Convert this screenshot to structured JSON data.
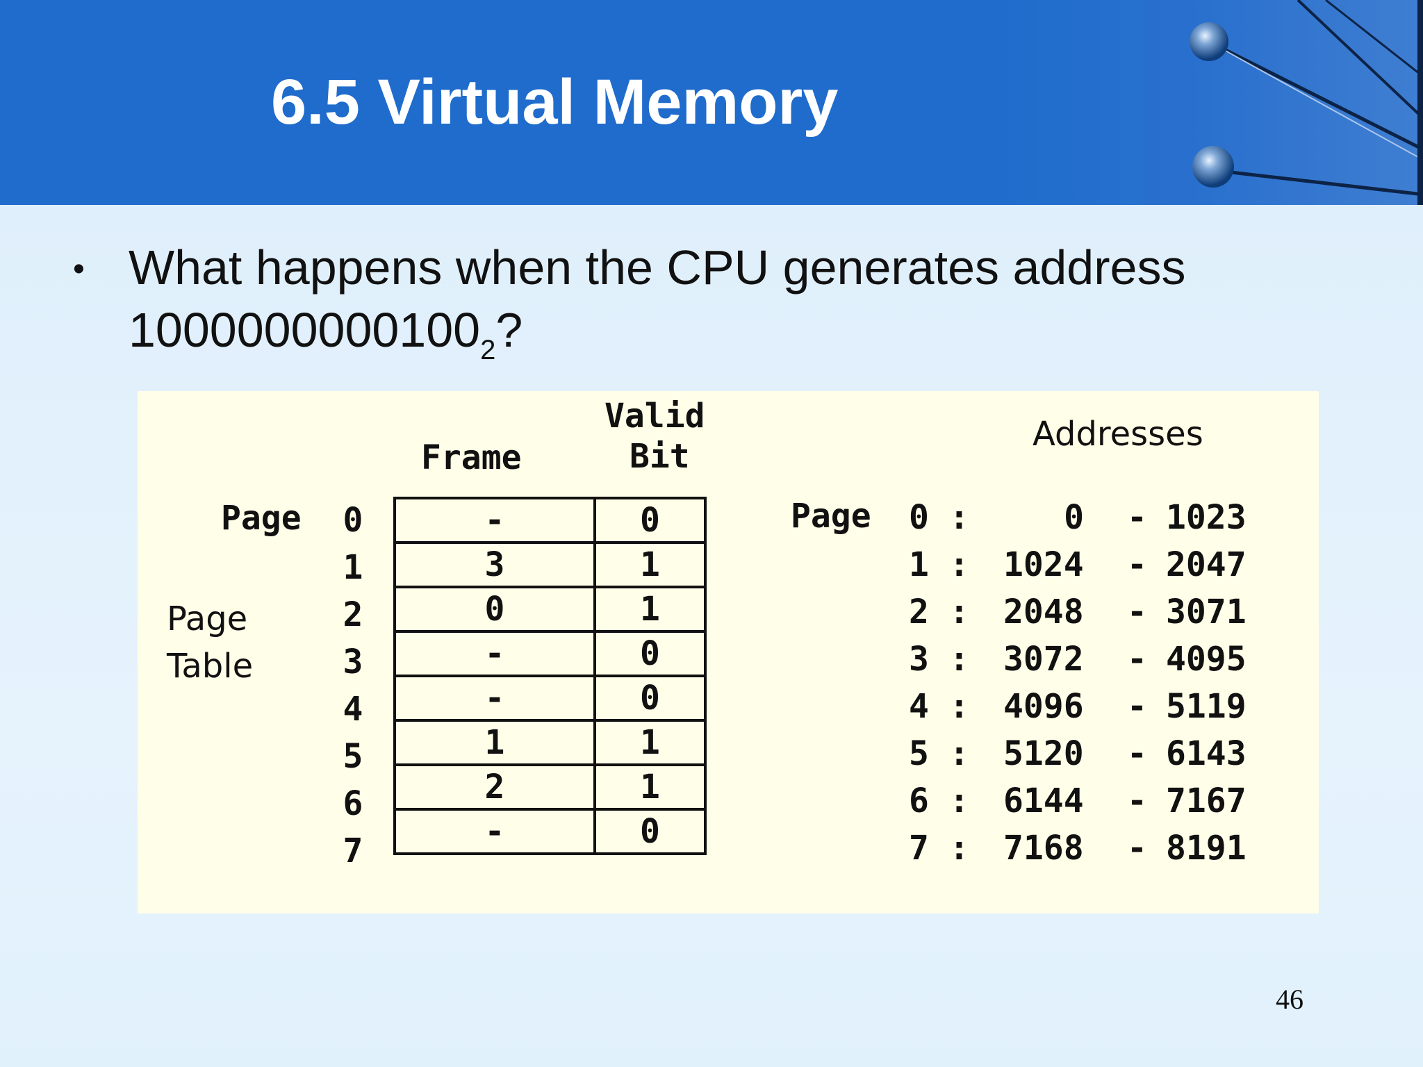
{
  "slide": {
    "title": "6.5 Virtual Memory",
    "bullet": "What happens when the CPU generates address",
    "address_value": "10000000001002",
    "address_base": "2",
    "address_suffix": "?",
    "page_number": "46"
  },
  "figure": {
    "header_frame": "Frame",
    "header_valid_1": "Valid",
    "header_valid_2": "Bit",
    "page_label": "Page",
    "page_table_label_1": "Page",
    "page_table_label_2": "Table",
    "addresses_header": "Addresses",
    "addr_page_label": "Page",
    "rows": [
      {
        "page": "0",
        "frame": "-",
        "valid": "0",
        "addr_start": "0",
        "addr_end": "1023"
      },
      {
        "page": "1",
        "frame": "3",
        "valid": "1",
        "addr_start": "1024",
        "addr_end": "2047"
      },
      {
        "page": "2",
        "frame": "0",
        "valid": "1",
        "addr_start": "2048",
        "addr_end": "3071"
      },
      {
        "page": "3",
        "frame": "-",
        "valid": "0",
        "addr_start": "3072",
        "addr_end": "4095"
      },
      {
        "page": "4",
        "frame": "-",
        "valid": "0",
        "addr_start": "4096",
        "addr_end": "5119"
      },
      {
        "page": "5",
        "frame": "1",
        "valid": "1",
        "addr_start": "5120",
        "addr_end": "6143"
      },
      {
        "page": "6",
        "frame": "2",
        "valid": "1",
        "addr_start": "6144",
        "addr_end": "7167"
      },
      {
        "page": "7",
        "frame": "-",
        "valid": "0",
        "addr_start": "7168",
        "addr_end": "8191"
      }
    ],
    "colon": ":",
    "dash": "-"
  },
  "colors": {
    "header_blue": "#1f6ccc",
    "background": "#e3f2fc",
    "figure_bg": "#fffee8"
  }
}
